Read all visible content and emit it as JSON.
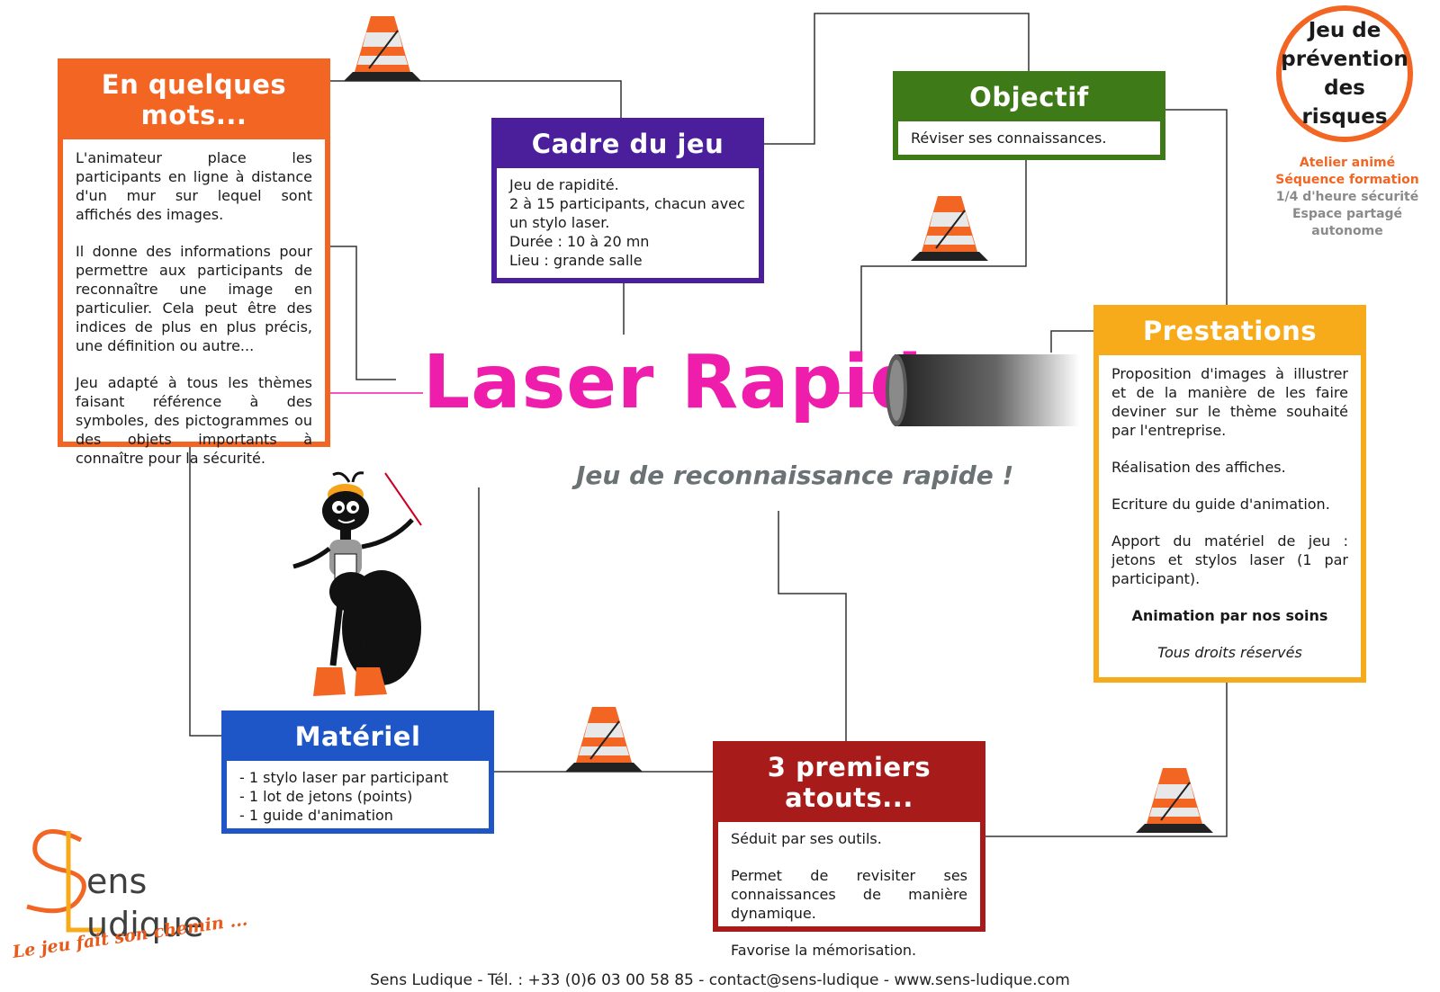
{
  "title": "Laser Rapido",
  "subtitle": "Jeu de reconnaissance rapide !",
  "badge": {
    "lines": [
      "Jeu de",
      "prévention",
      "des",
      "risques"
    ],
    "info": [
      "Atelier animé",
      "Séquence formation",
      "1/4 d'heure sécurité",
      "Espace partagé autonome"
    ]
  },
  "boxes": {
    "en_quelques_mots": {
      "title": "En quelques mots...",
      "paragraphs": [
        "L'animateur place les participants en ligne à distance d'un mur sur lequel sont affichés des images.",
        "Il donne des informations pour permettre aux participants de reconnaître une image en particulier. Cela peut être des indices de plus en plus précis, une définition ou autre...",
        "Jeu adapté à tous les thèmes faisant référence à des symboles, des pictogrammes ou des objets importants à connaître pour la sécurité."
      ]
    },
    "cadre": {
      "title": "Cadre du jeu",
      "lines": [
        "Jeu de rapidité.",
        "2 à 15 participants, chacun avec un stylo laser.",
        "Durée : 10 à 20 mn",
        "Lieu : grande salle"
      ]
    },
    "objectif": {
      "title": "Objectif",
      "text": "Réviser ses connaissances."
    },
    "prestations": {
      "title": "Prestations",
      "paragraphs": [
        "Proposition d'images à illustrer et de la manière de les faire deviner sur  le thème souhaité par l'entreprise.",
        "Réalisation des affiches.",
        "Ecriture du guide d'animation.",
        "Apport du matériel de jeu : jetons et stylos laser (1 par participant)."
      ],
      "strong": "Animation par nos soins",
      "rights": "Tous droits réservés"
    },
    "materiel": {
      "title": "Matériel",
      "lines": [
        "- 1 stylo laser par participant",
        "- 1 lot de jetons (points)",
        "- 1 guide d'animation"
      ]
    },
    "atouts": {
      "title": "3 premiers atouts...",
      "paragraphs": [
        "Séduit par ses outils.",
        "Permet de revisiter ses connaissances de manière dynamique.",
        "Favorise la mémorisation."
      ]
    }
  },
  "logo": {
    "line1": "ens",
    "line2": "udique",
    "tagline": "Le jeu fait son chemin ..."
  },
  "footer": "Sens Ludique - Tél. : +33 (0)6 03 00 58 85 - contact@sens-ludique - www.sens-ludique.com",
  "colors": {
    "orange": "#f26522",
    "purple": "#4b1e9b",
    "green": "#3f7a18",
    "yellow": "#f7ab1b",
    "blue": "#1e56c8",
    "red": "#a71b1b",
    "title": "#ee1dac",
    "subtitle": "#6a7274"
  }
}
